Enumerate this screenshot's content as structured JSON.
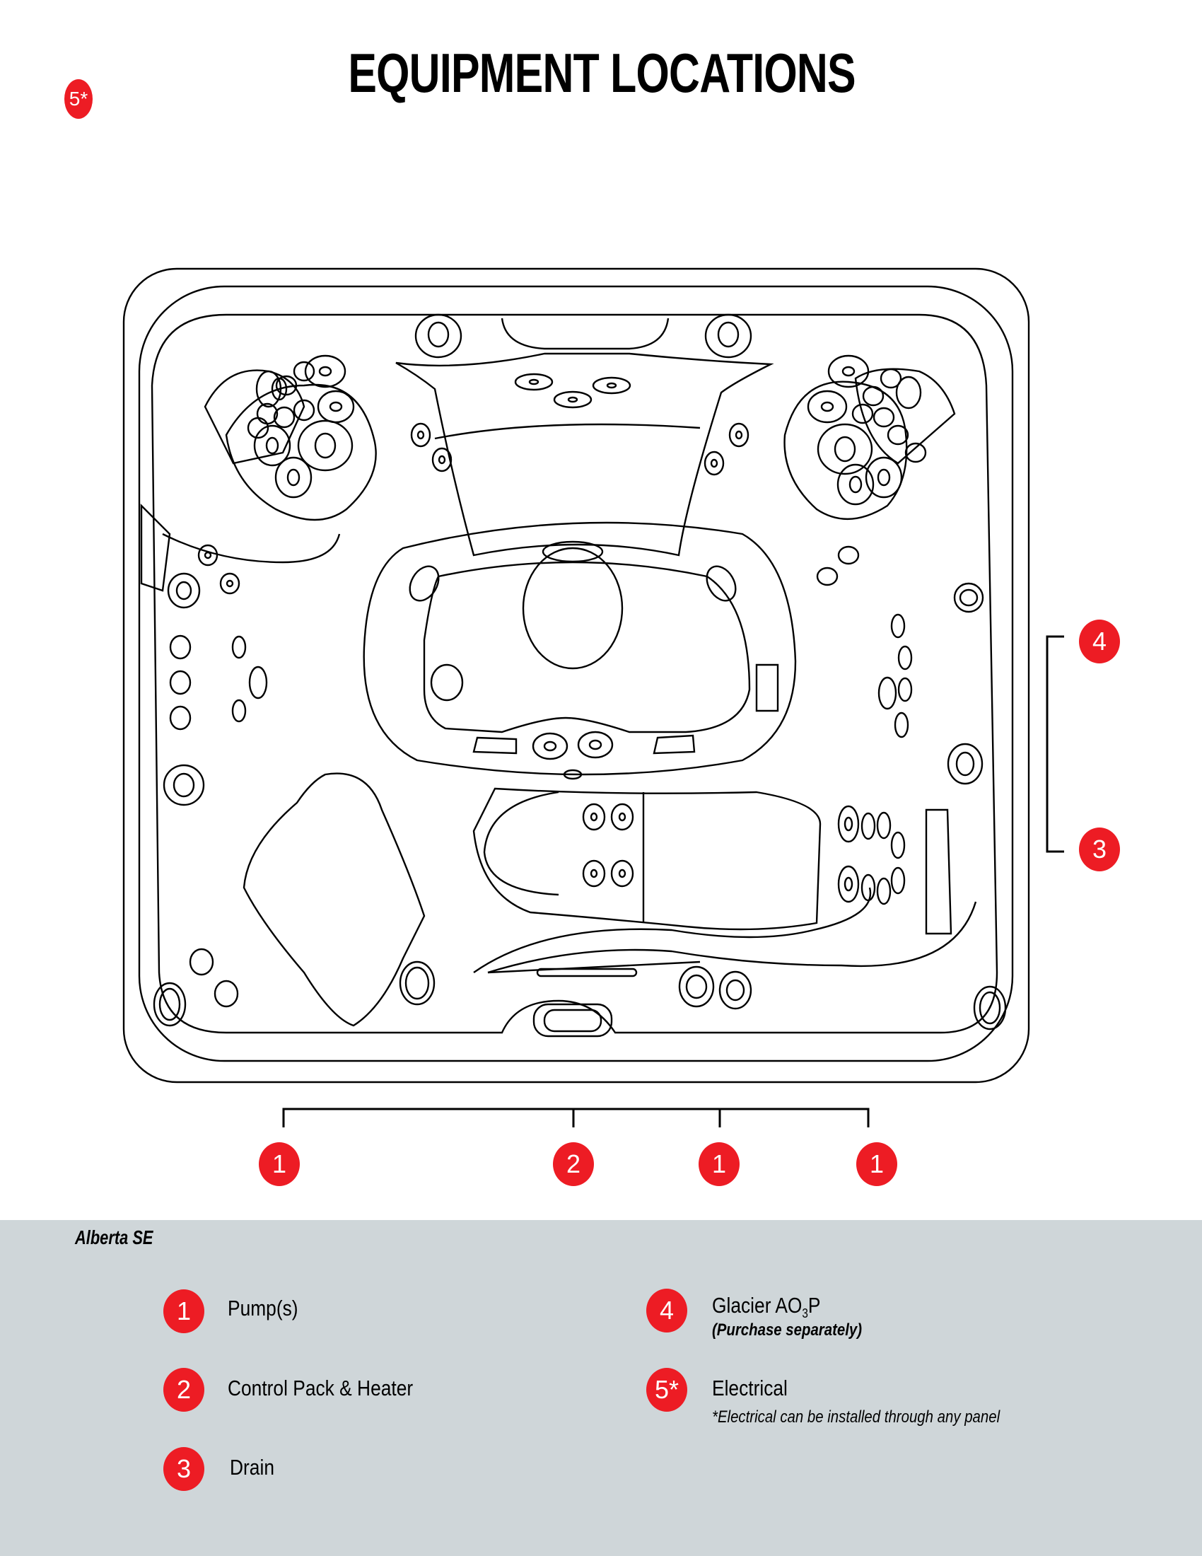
{
  "title": "EQUIPMENT LOCATIONS",
  "colors": {
    "badge": "#ed1c24",
    "legend_bg": "#cfd6d9",
    "line": "#000000"
  },
  "header_badge": "5*",
  "diagram": {
    "subject": "hot-tub-top-view",
    "bottom_callouts": [
      "1",
      "2",
      "1",
      "1"
    ],
    "right_callouts": [
      "4",
      "3"
    ]
  },
  "legend": {
    "model_name": "Alberta SE",
    "items": [
      {
        "number": "1",
        "label": "Pump(s)"
      },
      {
        "number": "2",
        "label": "Control Pack & Heater"
      },
      {
        "number": "3",
        "label": "Drain"
      },
      {
        "number": "4",
        "label_prefix": "Glacier AO",
        "label_sub": "3",
        "label_suffix": "P",
        "note": "(Purchase separately)"
      },
      {
        "number": "5*",
        "label": "Electrical",
        "note": "*Electrical can be installed through any panel"
      }
    ]
  }
}
